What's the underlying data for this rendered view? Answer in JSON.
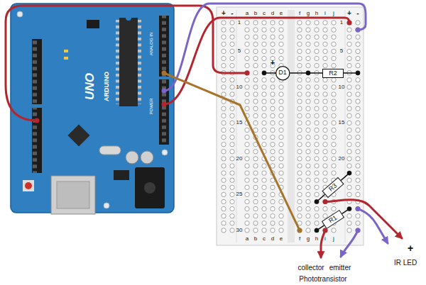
{
  "diagram": {
    "nodes": [
      {
        "text": [
          "D1"
        ]
      },
      {
        "text": [
          "R2"
        ]
      },
      {
        "text": [
          "R3"
        ]
      },
      {
        "text": [
          "R1"
        ]
      }
    ],
    "edges": [
      {
        "from": 0,
        "to": 1,
        "arrow": "none"
      }
    ],
    "labels": [
      "UNO",
      "ARDUINO",
      "ANALOG IN",
      "POWER",
      "+",
      "-",
      "a",
      "b",
      "c",
      "d",
      "e",
      "f",
      "g",
      "h",
      "i",
      "j",
      "+",
      "-",
      "1",
      "5",
      "10",
      "15",
      "20",
      "25",
      "30",
      "1",
      "5",
      "10",
      "15",
      "20",
      "+",
      "a",
      "b",
      "c",
      "d",
      "e",
      "f",
      "g",
      "h",
      "i",
      "j",
      "collector",
      "emitter",
      "+",
      "IR LED",
      "Phototransistor"
    ]
  }
}
